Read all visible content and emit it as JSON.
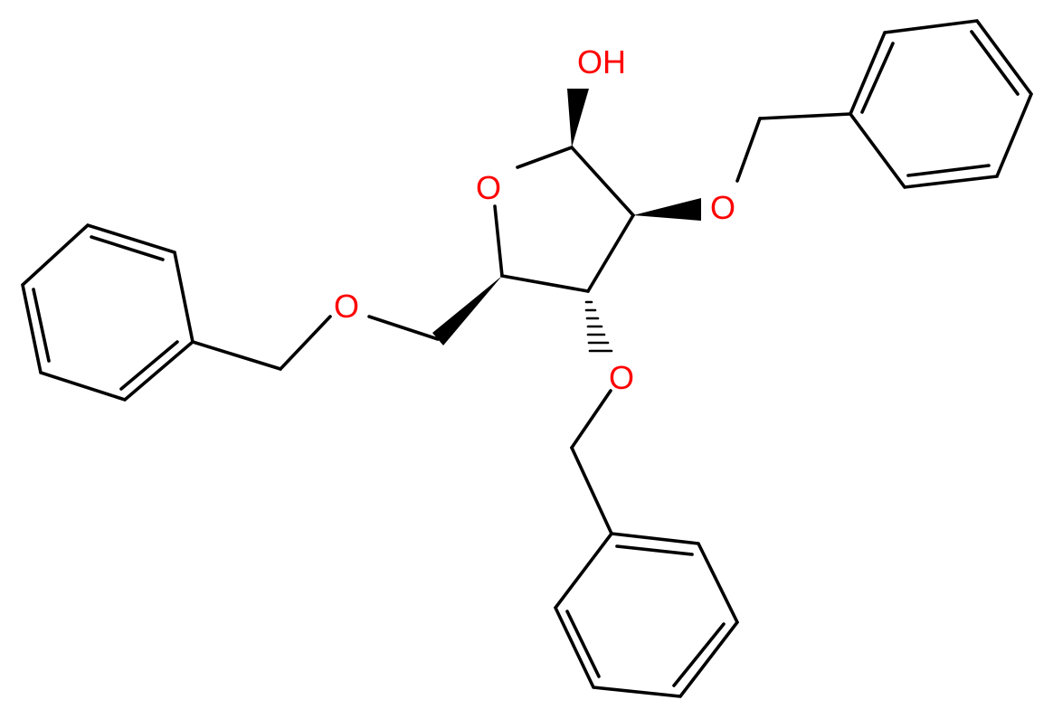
{
  "structure": {
    "atom_labels": {
      "hydroxyl": "OH",
      "ring_oxygen": "O",
      "ether_oxygen_c2": "O",
      "ether_oxygen_c3": "O",
      "ether_oxygen_c5": "O"
    },
    "colors": {
      "bond": "#000000",
      "oxygen": "#ff0000",
      "background": "#ffffff"
    }
  }
}
